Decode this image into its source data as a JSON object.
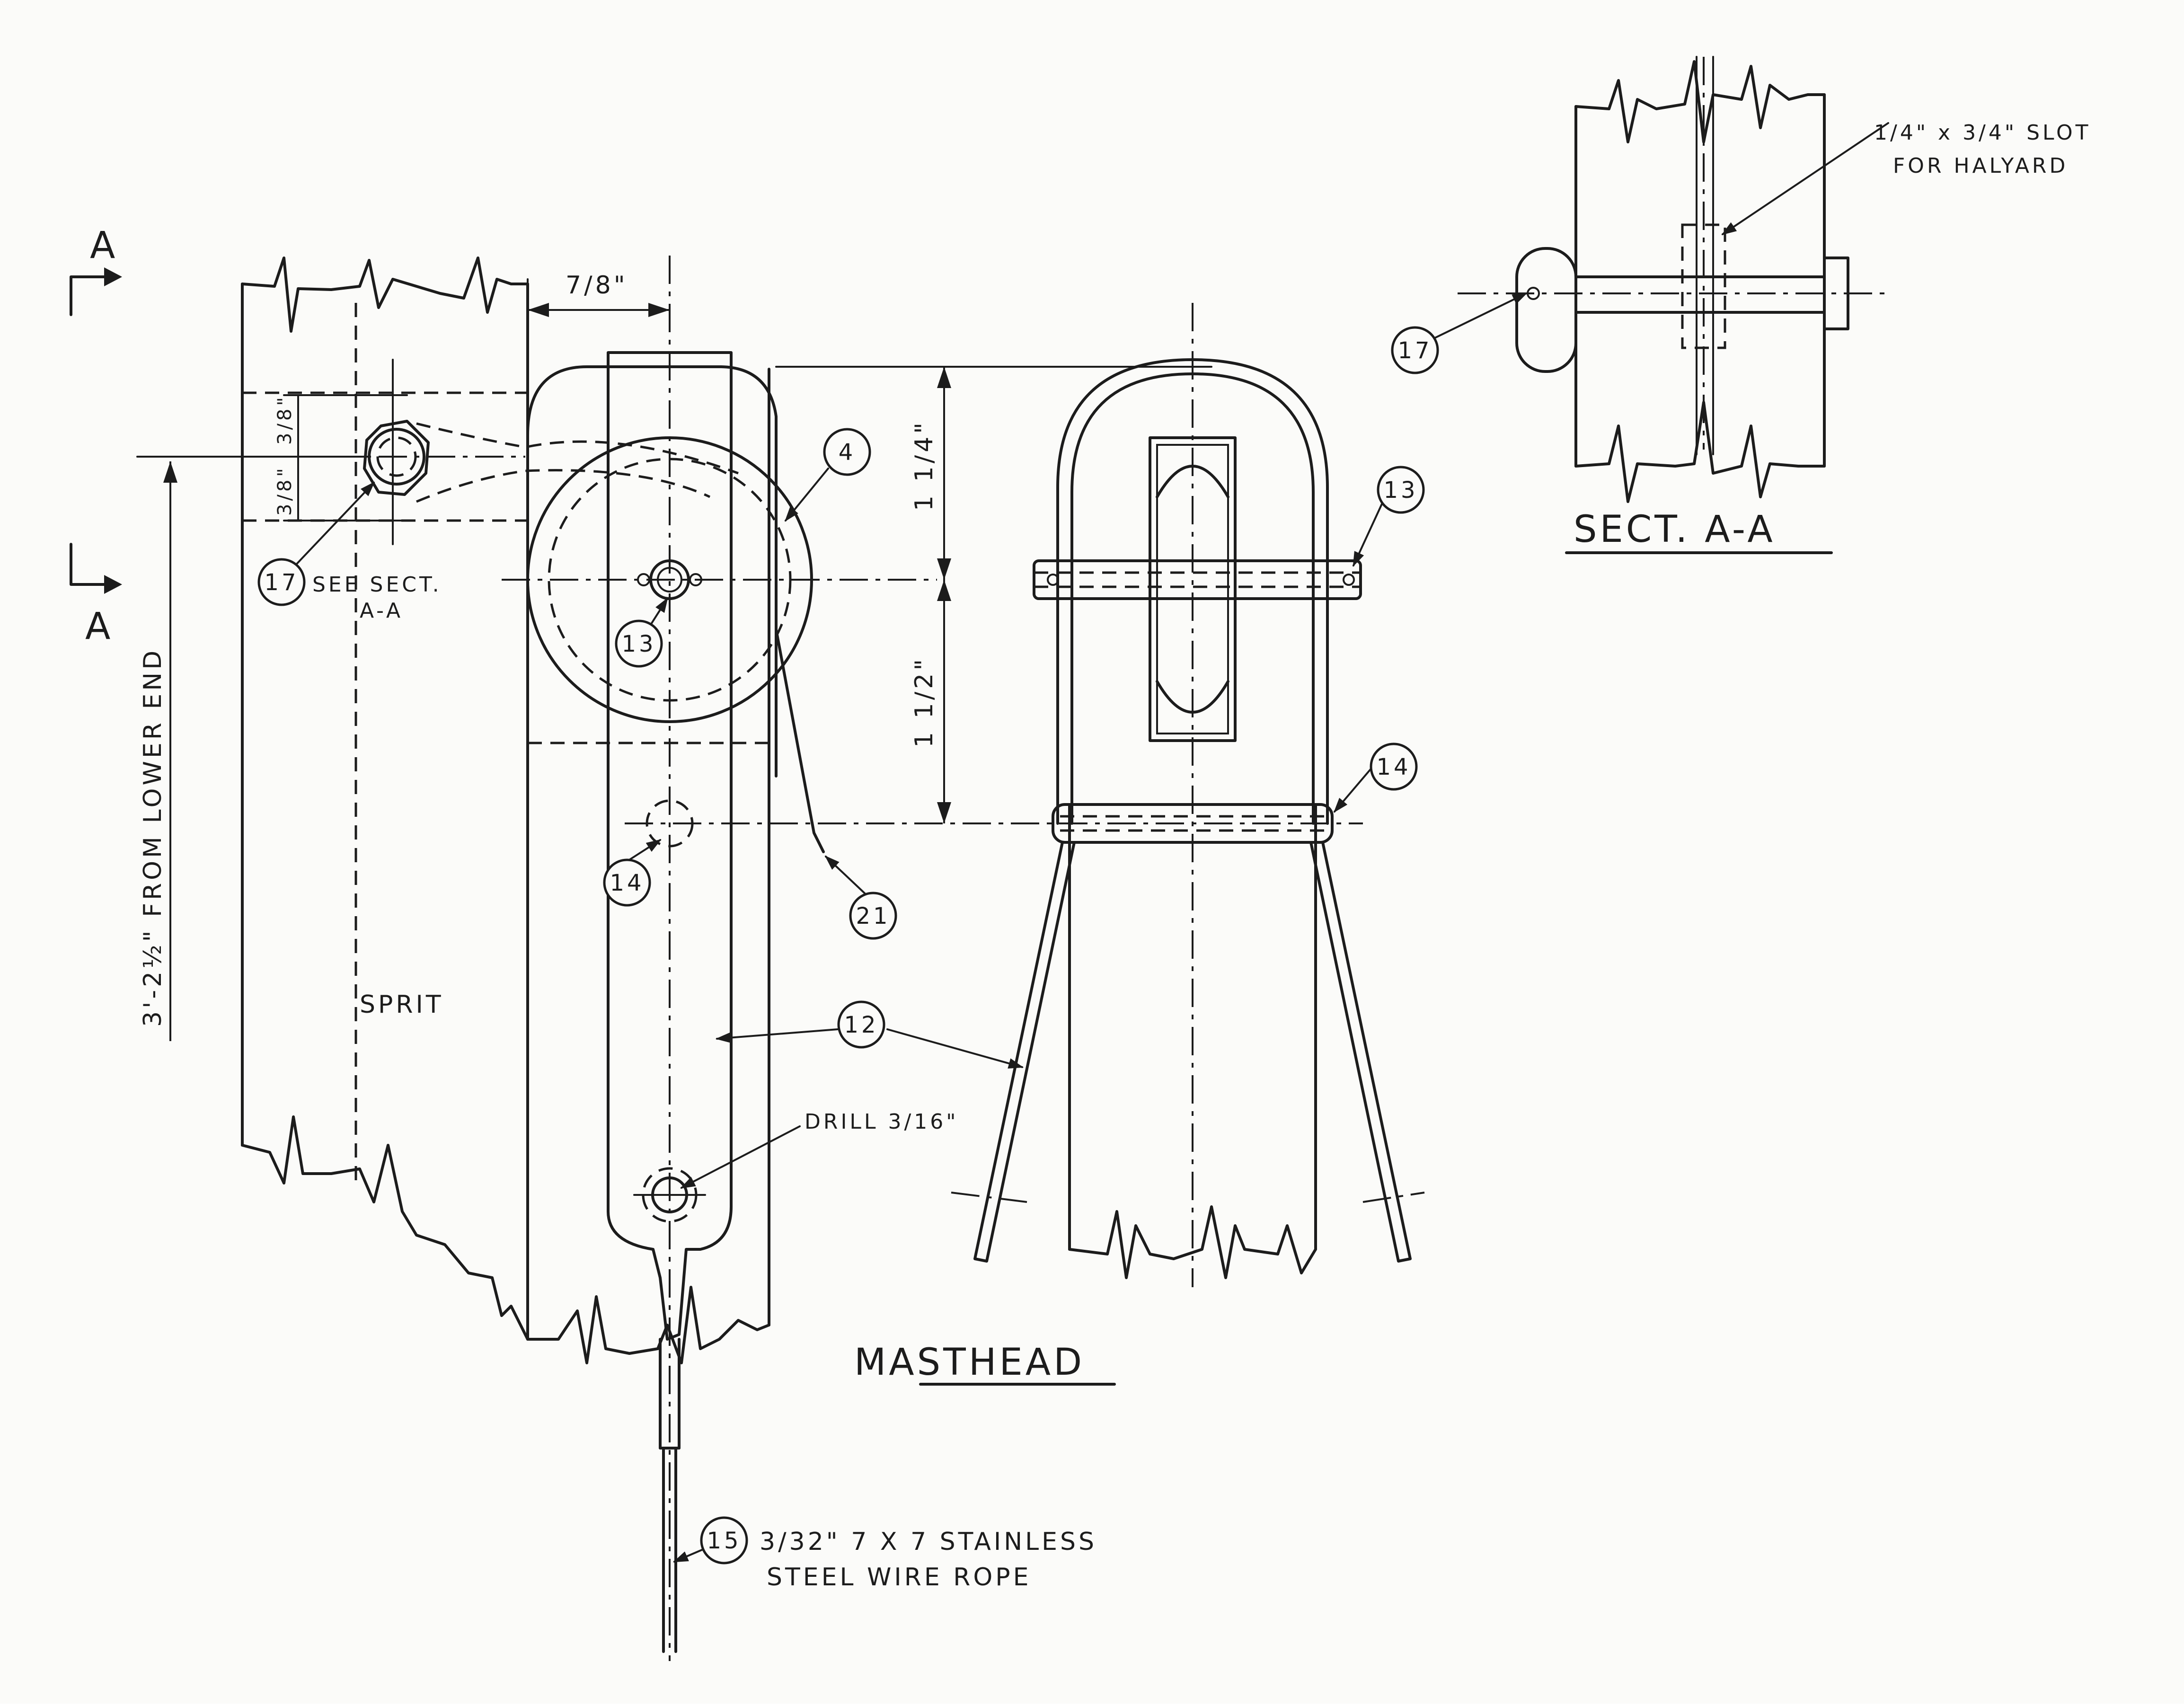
{
  "section_markers": {
    "letter": "A"
  },
  "dimensions": {
    "top_width": "7/8\"",
    "upper_three_eighths": "3/8\"",
    "lower_three_eighths": "3/8\"",
    "one_quarter": "1 1/4\"",
    "one_half": "1 1/2\"",
    "height_from_lower_end": "3'-2½\" FROM LOWER END"
  },
  "callouts": {
    "c4": "4",
    "c12": "12",
    "c13_front": "13",
    "c13_side": "13",
    "c14_front": "14",
    "c14_side": "14",
    "c15": "15",
    "c17_front": "17",
    "c17_section": "17",
    "c21": "21"
  },
  "notes": {
    "see_sect_line1": "SEE SECT.",
    "see_sect_line2": "A-A",
    "sprit": "SPRIT",
    "drill": "DRILL 3/16\"",
    "wire_line1": "3/32\" 7 X 7 STAINLESS",
    "wire_line2": "STEEL WIRE ROPE",
    "slot_line1": "1/4\" x 3/4\" SLOT",
    "slot_line2": "FOR HALYARD"
  },
  "titles": {
    "masthead": "MASTHEAD",
    "section": "SECT. A-A"
  }
}
